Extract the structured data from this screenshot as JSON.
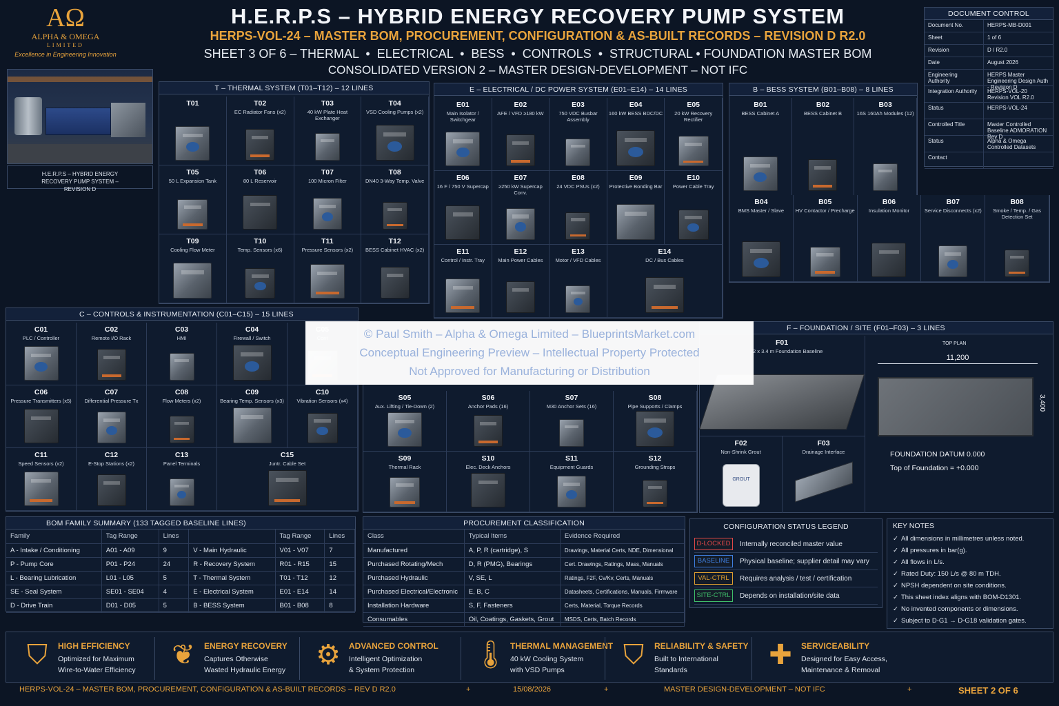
{
  "logo": {
    "symbol": "AΩ",
    "name": "ALPHA & OMEGA",
    "sub": "LIMITED",
    "tagline": "Excellence in Engineering Innovation"
  },
  "hero_caption": "H.E.R.P.S – HYBRID ENERGY RECOVERY PUMP SYSTEM – REVISION D",
  "header": {
    "title": "H.E.R.P.S – HYBRID ENERGY RECOVERY PUMP SYSTEM",
    "subtitle": "HERPS-VOL-24 – MASTER BOM, PROCUREMENT, CONFIGURATION & AS-BUILT RECORDS – REVISION D R2.0",
    "line3": "SHEET 3 OF 6 – THERMAL  •  ELECTRICAL  •  BESS  •  CONTROLS  •  STRUCTURAL • FOUNDATION MASTER BOM",
    "line4": "CONSOLIDATED VERSION 2 – MASTER DESIGN-DEVELOPMENT – NOT IFC"
  },
  "doc_control": {
    "title": "DOCUMENT CONTROL",
    "rows": [
      [
        "Document No.",
        "HERPS-MB-D001"
      ],
      [
        "Sheet",
        "1 of 6"
      ],
      [
        "Revision",
        "D / R2.0"
      ],
      [
        "Date",
        "August 2026"
      ],
      [
        "Engineering Authority",
        "HERPS Master Engineering Design Auth - Revision D"
      ],
      [
        "Integration Authority",
        "HERPS-VOL-20 Revision VOL R2.0"
      ],
      [
        "Status",
        "HERPS-VOL-24"
      ],
      [
        "Controlled Title",
        "Master Controlled Baseline ADMORATION Rev D"
      ],
      [
        "Status",
        "Alpha & Omega Controlled Datasets"
      ],
      [
        "Contact",
        ""
      ]
    ]
  },
  "thermal": {
    "title": "T – THERMAL SYSTEM (T01–T12) – 12 LINES",
    "items": [
      {
        "code": "T01",
        "label": ""
      },
      {
        "code": "T02",
        "label": "EC Radiator Fans (x2)"
      },
      {
        "code": "T03",
        "label": "40 kW Plate Heat Exchanger"
      },
      {
        "code": "T04",
        "label": "VSD Cooling Pumps (x2)"
      },
      {
        "code": "T05",
        "label": "50 L Expansion Tank"
      },
      {
        "code": "T06",
        "label": "80 L Reservoir"
      },
      {
        "code": "T07",
        "label": "100 Micron Filter"
      },
      {
        "code": "T08",
        "label": "DN40 3-Way Temp. Valve"
      },
      {
        "code": "T09",
        "label": "Cooling Flow Meter"
      },
      {
        "code": "T10",
        "label": "Temp. Sensors (x6)"
      },
      {
        "code": "T11",
        "label": "Pressure Sensors (x2)"
      },
      {
        "code": "T12",
        "label": "BESS Cabinet HVAC (x2)"
      }
    ]
  },
  "electrical": {
    "title": "E – ELECTRICAL / DC POWER SYSTEM (E01–E14) – 14 LINES",
    "items": [
      {
        "code": "E01",
        "label": "Main Isolator / Switchgear"
      },
      {
        "code": "E02",
        "label": "AFE / VFD ≥180 kW"
      },
      {
        "code": "E03",
        "label": "750 VDC Busbar Assembly"
      },
      {
        "code": "E04",
        "label": "160 kW BESS BDC/DC"
      },
      {
        "code": "E05",
        "label": "20 kW Recovery Rectifier"
      },
      {
        "code": "E06",
        "label": "16 F / 750 V Supercap"
      },
      {
        "code": "E07",
        "label": "≥250 kW Supercap Conv."
      },
      {
        "code": "E08",
        "label": "24 VDC PSUs (x2)"
      },
      {
        "code": "E09",
        "label": "Protective Bonding Bar"
      },
      {
        "code": "E10",
        "label": "Power Cable Tray"
      },
      {
        "code": "E11",
        "label": "Control / Instr. Tray"
      },
      {
        "code": "E12",
        "label": "Main Power Cables"
      },
      {
        "code": "E13",
        "label": "Motor / VFD Cables"
      },
      {
        "code": "E14",
        "label": "DC / Bus Cables"
      }
    ]
  },
  "bess": {
    "title": "B – BESS SYSTEM (B01–B08) – 8 LINES",
    "items": [
      {
        "code": "B01",
        "label": "BESS Cabinet A"
      },
      {
        "code": "B02",
        "label": "BESS Cabinet B"
      },
      {
        "code": "B03",
        "label": "16S 160Ah Modules (12)"
      },
      {
        "code": "B04",
        "label": "BMS Master / Slave"
      },
      {
        "code": "B05",
        "label": "HV Contactor / Precharge"
      },
      {
        "code": "B06",
        "label": "Insulation Monitor"
      },
      {
        "code": "B07",
        "label": "Service Disconnects (x2)"
      },
      {
        "code": "B08",
        "label": "Smoke / Temp. / Gas Detection Set"
      }
    ]
  },
  "controls": {
    "title": "C – CONTROLS & INSTRUMENTATION  (C01–C15) – 15 LINES",
    "items": [
      {
        "code": "C01",
        "label": "PLC / Controller"
      },
      {
        "code": "C02",
        "label": "Remote I/O Rack"
      },
      {
        "code": "C03",
        "label": "HMI"
      },
      {
        "code": "C04",
        "label": "Firewall / Switch"
      },
      {
        "code": "C05",
        "label": "Cont"
      },
      {
        "code": "C06",
        "label": "Pressure Transmitters (x5)"
      },
      {
        "code": "C07",
        "label": "Differential Pressure Tx"
      },
      {
        "code": "C08",
        "label": "Flow Meters (x2)"
      },
      {
        "code": "C09",
        "label": "Bearing Temp. Sensors (x3)"
      },
      {
        "code": "C10",
        "label": "Vibration Sensors (x4)"
      },
      {
        "code": "C11",
        "label": "Speed Sensors (x2)"
      },
      {
        "code": "C12",
        "label": "E-Stop Stations (x2)"
      },
      {
        "code": "C13",
        "label": "Panel Terminals"
      },
      {
        "code": "C15",
        "label": "Juntr. Cable Set"
      }
    ]
  },
  "structural": {
    "items": [
      {
        "code": "S05",
        "label": "Aux. Lifting / Tie-Down (2)"
      },
      {
        "code": "S06",
        "label": "Anchor Pads (16)"
      },
      {
        "code": "S07",
        "label": "M30 Anchor Sets (16)"
      },
      {
        "code": "S08",
        "label": "Pipe Supports / Clamps"
      },
      {
        "code": "S09",
        "label": "Thermal Rack"
      },
      {
        "code": "S10",
        "label": "Elec. Deck Anchors"
      },
      {
        "code": "S11",
        "label": "Equipment Guards"
      },
      {
        "code": "S12",
        "label": "Grounding Straps"
      }
    ]
  },
  "foundation": {
    "title": "F – FOUNDATION / SITE (F01–F03) – 3 LINES",
    "f01": {
      "code": "F01",
      "label": "2 x 3.4 m Foundation Baseline"
    },
    "f02": {
      "code": "F02",
      "label": "Non-Shrink Grout",
      "bag": "GROUT"
    },
    "f03": {
      "code": "F03",
      "label": "Drainage Interface"
    },
    "plan_title": "TOP PLAN",
    "plan_width": "11,200",
    "plan_height": "3,400",
    "datum": "FOUNDATION DATUM 0.000",
    "top": "Top of Foundation = +0.000"
  },
  "watermark": {
    "line1": "© Paul Smith – Alpha & Omega Limited – BlueprintsMarket.com",
    "line2": "Conceptual Engineering Preview – Intellectual Property Protected",
    "line3": "Not Approved for Manufacturing or Distribution"
  },
  "bom_summary": {
    "title": "BOM FAMILY SUMMARY (133 TAGGED BASELINE LINES)",
    "headers": [
      "Family",
      "Tag Range",
      "Lines",
      "",
      "Tag Range",
      "Lines"
    ],
    "rows": [
      [
        "A - Intake / Conditioning",
        "A01 - A09",
        "9",
        "V - Main Hydraulic",
        "V01 - V07",
        "7"
      ],
      [
        "P - Pump Core",
        "P01 - P24",
        "24",
        "R - Recovery System",
        "R01 - R15",
        "15"
      ],
      [
        "L - Bearing Lubrication",
        "L01 - L05",
        "5",
        "T - Thermal System",
        "T01 - T12",
        "12"
      ],
      [
        "SE - Seal System",
        "SE01 - SE04",
        "4",
        "E - Electrical System",
        "E01 - E14",
        "14"
      ],
      [
        "D - Drive Train",
        "D01 - D05",
        "5",
        "B - BESS System",
        "B01 - B08",
        "8"
      ]
    ]
  },
  "procurement": {
    "title": "PROCUREMENT CLASSIFICATION",
    "headers": [
      "Class",
      "Typical Items",
      "Evidence Required"
    ],
    "rows": [
      [
        "Manufactured",
        "A, P, R (cartridge), S",
        "Drawings, Material Certs, NDE, Dimensional"
      ],
      [
        "Purchased Rotating/Mech",
        "D, R (PMG), Bearings",
        "Cert. Drawings, Ratings, Mass, Manuals"
      ],
      [
        "Purchased Hydraulic",
        "V, SE, L",
        "Ratings, F2F, Cv/Kv, Certs, Manuals"
      ],
      [
        "Purchased Electrical/Electronic",
        "E, B, C",
        "Datasheets, Certifications, Manuals, Firmware"
      ],
      [
        "Installation Hardware",
        "S, F, Fasteners",
        "Certs, Material, Torque Records"
      ],
      [
        "Consumables",
        "Oil, Coatings, Gaskets, Grout",
        "MSDS, Certs, Batch Records"
      ]
    ]
  },
  "legend": {
    "title": "CONFIGURATION STATUS LEGEND",
    "rows": [
      {
        "tag": "D-LOCKED",
        "color": "#e04848",
        "text": "Internally reconciled master value"
      },
      {
        "tag": "BASELINE",
        "color": "#3f7fe0",
        "text": "Physical baseline; supplier detail may vary"
      },
      {
        "tag": "VAL-CTRL",
        "color": "#e0a030",
        "text": "Requires analysis / test / certification"
      },
      {
        "tag": "SITE-CTRL",
        "color": "#3fbf6a",
        "text": "Depends on installation/site data"
      }
    ]
  },
  "notes": {
    "title": "KEY NOTES",
    "items": [
      "All dimensions in millimetres unless noted.",
      "All pressures in bar(g).",
      "All flows in L/s.",
      "Rated Duty: 150 L/s @ 80 m TDH.",
      "NPSH dependent on site conditions.",
      "This sheet index aligns with BOM-D1301.",
      "No invented components or dimensions.",
      "Subject to D-G1 → D-G18 validation gates."
    ]
  },
  "features": [
    {
      "title": "HIGH EFFICIENCY",
      "l1": "Optimized for Maximum",
      "l2": "Wire-to-Water Efficiency",
      "icon": "shield-check-icon"
    },
    {
      "title": "ENERGY RECOVERY",
      "l1": "Captures Otherwise",
      "l2": "Wasted Hydraulic Energy",
      "icon": "leaf-icon"
    },
    {
      "title": "ADVANCED CONTROL",
      "l1": "Intelligent Optimization",
      "l2": "& System Protection",
      "icon": "gear-icon"
    },
    {
      "title": "THERMAL MANAGEMENT",
      "l1": "40 kW Cooling System",
      "l2": "with VSD Pumps",
      "icon": "thermometer-icon"
    },
    {
      "title": "RELIABILITY & SAFETY",
      "l1": "Built to International",
      "l2": "Standards",
      "icon": "shield-check-icon"
    },
    {
      "title": "SERVICEABILITY",
      "l1": "Designed for Easy Access,",
      "l2": "Maintenance & Removal",
      "icon": "wrench-plus-icon"
    }
  ],
  "footer": {
    "left": "HERPS-VOL-24 – MASTER BOM, PROCUREMENT, CONFIGURATION & AS-BUILT RECORDS – REV D R2.0",
    "sep1": "+",
    "date": "15/08/2026",
    "sep2": "+",
    "mid": "MASTER DESIGN-DEVELOPMENT – NOT IFC",
    "sep3": "+",
    "sheet": "SHEET 2 OF 6"
  },
  "colors": {
    "accent": "#e8a33c",
    "bg": "#0c1524",
    "panel": "#0f1b2e",
    "border": "#3a4a66"
  }
}
